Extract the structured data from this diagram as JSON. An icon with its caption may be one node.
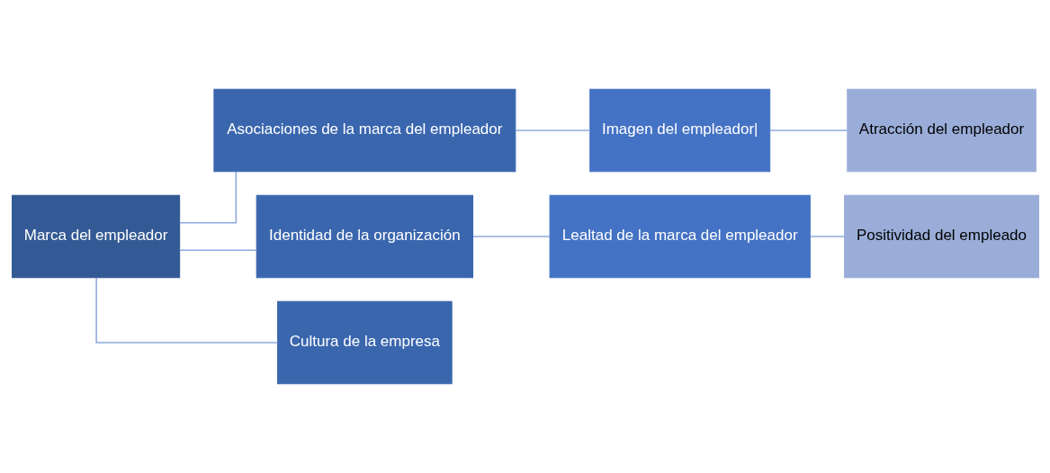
{
  "diagram": {
    "nodes": [
      {
        "text": [
          "Marca del empleador"
        ]
      },
      {
        "text": [
          "Asociaciones de la marca del empleador"
        ]
      },
      {
        "text": [
          "Identidad de la organización"
        ]
      },
      {
        "text": [
          "Cultura de la empresa"
        ]
      },
      {
        "text": [
          "Imagen del empleador|"
        ]
      },
      {
        "text": [
          "Atracción del empleador"
        ]
      },
      {
        "text": [
          "Lealtad de la marca del empleador"
        ]
      },
      {
        "text": [
          "Positividad del empleado"
        ]
      }
    ],
    "edges": [
      {
        "from": 0,
        "to": 1,
        "arrow": "none"
      },
      {
        "from": 0,
        "to": 2,
        "arrow": "none"
      },
      {
        "from": 0,
        "to": 3,
        "arrow": "none"
      },
      {
        "from": 1,
        "to": 4,
        "arrow": "none"
      },
      {
        "from": 4,
        "to": 5,
        "arrow": "none"
      },
      {
        "from": 2,
        "to": 6,
        "arrow": "none"
      },
      {
        "from": 6,
        "to": 7,
        "arrow": "none"
      }
    ]
  }
}
